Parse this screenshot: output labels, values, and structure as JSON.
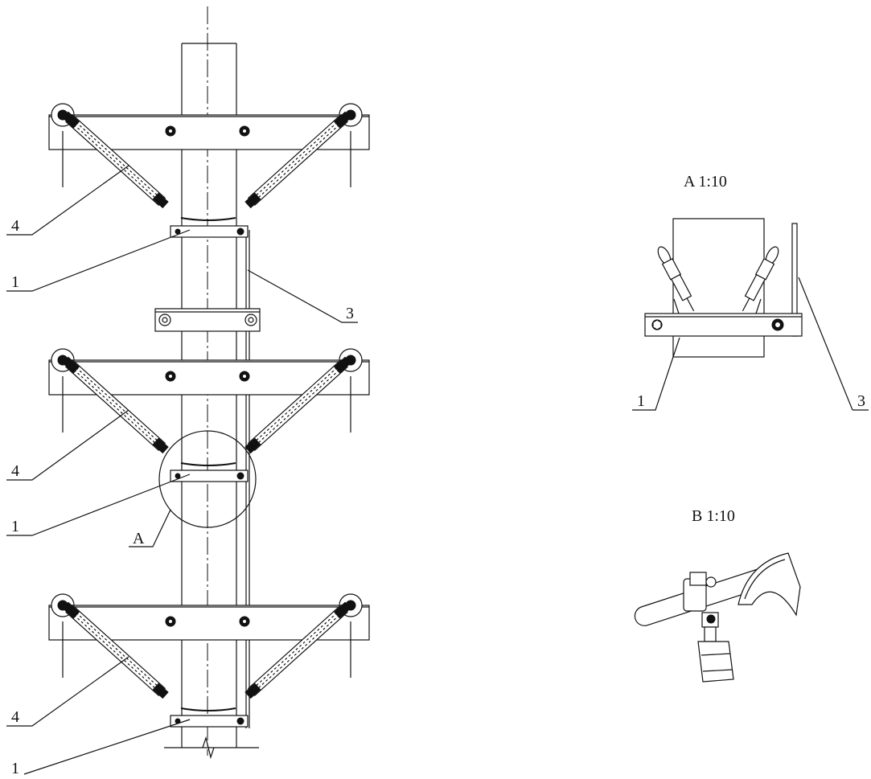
{
  "labels": {
    "part1": "1",
    "part3": "3",
    "part4": "4",
    "detail_a": "A"
  },
  "views": {
    "view_a_title": "A 1:10",
    "view_b_title": "B 1:10"
  }
}
